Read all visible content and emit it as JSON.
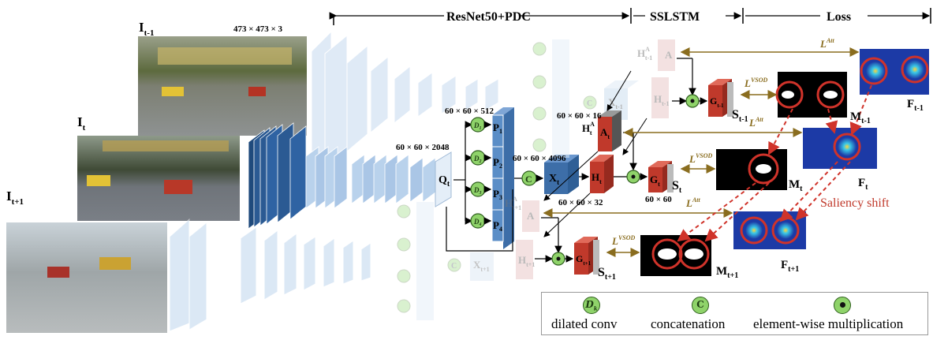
{
  "sections": {
    "backbone": "ResNet50+PDC",
    "sslstm": "SSLSTM",
    "loss": "Loss"
  },
  "frames": {
    "prev": "I",
    "prev_sub": "t-1",
    "cur": "I",
    "cur_sub": "t",
    "next": "I",
    "next_sub": "t+1",
    "size": "473 × 473 × 3"
  },
  "dims": {
    "backbone_out": "60 × 60 × 2048",
    "pdc_out": "60 × 60 × 512",
    "concat_out": "60 × 60 × 4096",
    "lstm_hidden_prev": "60 × 60 × 16",
    "lstm_hidden": "60 × 60 × 32",
    "sal_out": "60 × 60"
  },
  "nodes": {
    "Q": "Q",
    "Q_sub": "t",
    "P": "P",
    "P1": "1",
    "P2": "2",
    "P3": "3",
    "P4": "4",
    "X": "X",
    "X_t": "t",
    "X_prev": "t-1",
    "X_next": "t+1",
    "H": "H",
    "H_t": "t",
    "H_prev": "t-1",
    "H_next": "t+1",
    "HA_sup": "A",
    "A": "A",
    "G": "G",
    "S": "S",
    "M": "M",
    "F": "F",
    "sub_t": "t",
    "sub_prev": "t-1",
    "sub_next": "t+1"
  },
  "dilated": [
    "D",
    "1",
    "2",
    "3",
    "4"
  ],
  "losses": {
    "att": "L",
    "att_sup": "Att",
    "vsod": "L",
    "vsod_sup": "VSOD"
  },
  "annotation": "Saliency shift",
  "legend": {
    "dilated_symbol": "D",
    "dilated_symbol_sub": "k",
    "dilated_label": "dilated conv",
    "concat_symbol": "C",
    "concat_label": "concatenation",
    "mult_label": "element-wise multiplication"
  },
  "colors": {
    "block_dark": "#2b5a93",
    "block_mid": "#5b8ec7",
    "block_light": "#b9d2ec",
    "red_block": "#c0392b",
    "lstm_pink": "#e8c4c4",
    "green": "#8fd36a",
    "arrow_loss": "#8a6d1f",
    "dashed_red": "#d0332a",
    "shift_text": "#c0392b"
  }
}
